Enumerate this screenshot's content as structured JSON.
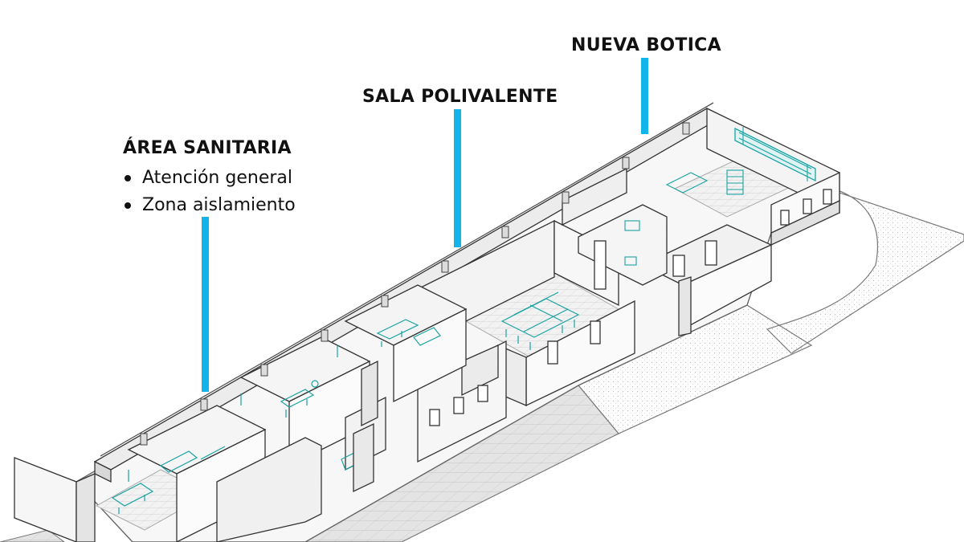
{
  "accent_color": "#12b4ea",
  "furniture_color": "#1aa3a3",
  "labels": {
    "area_sanitaria": {
      "title": "ÁREA SANITARIA",
      "bullets": [
        "Atención general",
        "Zona aislamiento"
      ]
    },
    "sala_polivalente": {
      "title": "SALA POLIVALENTE"
    },
    "nueva_botica": {
      "title": "NUEVA BOTICA"
    }
  }
}
